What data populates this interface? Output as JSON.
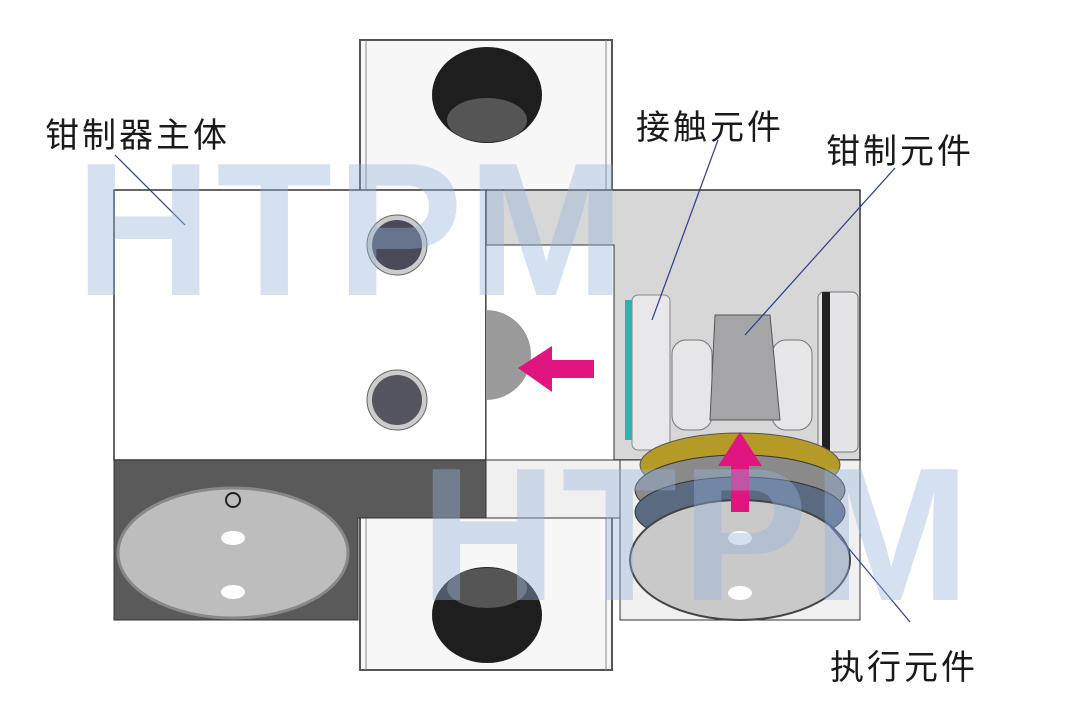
{
  "labels": {
    "clamp_body": "钳制器主体",
    "contact_element": "接触元件",
    "clamp_element": "钳制元件",
    "actuator_element": "执行元件"
  },
  "watermark": "HTPM",
  "colors": {
    "arrow": "#e0157f",
    "leader_line": "#2a3f8f",
    "dark_block": "#5a5a5a",
    "watermark": "#a8c3e3"
  }
}
